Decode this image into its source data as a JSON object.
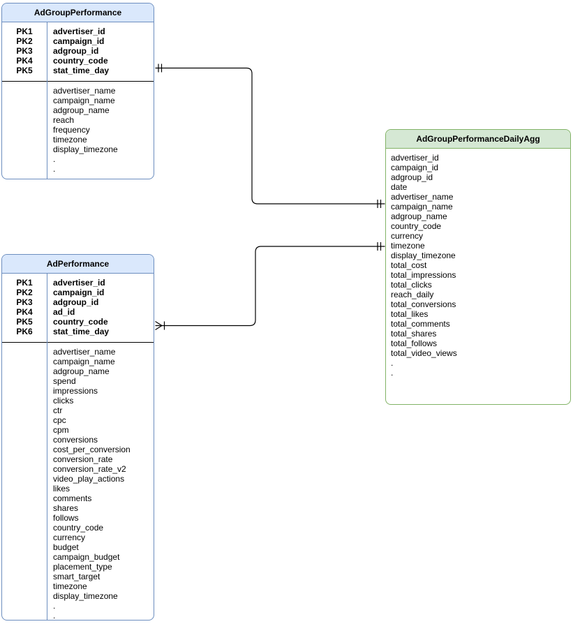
{
  "diagram": {
    "type": "entity-relationship",
    "connector_color": "#000000",
    "divider_color": "#000000"
  },
  "entities": [
    {
      "title": "AdGroupPerformance",
      "header_fill": "#dae8fc",
      "border_color": "#6c8ebf",
      "primary_keys": [
        {
          "key": "PK1",
          "field": "advertiser_id"
        },
        {
          "key": "PK2",
          "field": "campaign_id"
        },
        {
          "key": "PK3",
          "field": "adgroup_id"
        },
        {
          "key": "PK4",
          "field": "country_code"
        },
        {
          "key": "PK5",
          "field": "stat_time_day"
        }
      ],
      "fields": [
        "advertiser_name",
        "campaign_name",
        "adgroup_name",
        "reach",
        "frequency",
        "timezone",
        "display_timezone",
        ".",
        "."
      ]
    },
    {
      "title": "AdPerformance",
      "header_fill": "#dae8fc",
      "border_color": "#6c8ebf",
      "primary_keys": [
        {
          "key": "PK1",
          "field": "advertiser_id"
        },
        {
          "key": "PK2",
          "field": "campaign_id"
        },
        {
          "key": "PK3",
          "field": "adgroup_id"
        },
        {
          "key": "PK4",
          "field": "ad_id"
        },
        {
          "key": "PK5",
          "field": "country_code"
        },
        {
          "key": "PK6",
          "field": "stat_time_day"
        }
      ],
      "fields": [
        "advertiser_name",
        "campaign_name",
        "adgroup_name",
        "spend",
        "impressions",
        "clicks",
        "ctr",
        "cpc",
        "cpm",
        "conversions",
        "cost_per_conversion",
        "conversion_rate",
        "conversion_rate_v2",
        "video_play_actions",
        "likes",
        "comments",
        "shares",
        "follows",
        "country_code",
        "currency",
        "budget",
        "campaign_budget",
        "placement_type",
        "smart_target",
        "timezone",
        "display_timezone",
        ".",
        "."
      ]
    },
    {
      "title": "AdGroupPerformanceDailyAgg",
      "header_fill": "#d5e8d4",
      "border_color": "#82b366",
      "primary_keys": [],
      "fields": [
        "advertiser_id",
        "campaign_id",
        "adgroup_id",
        "date",
        "advertiser_name",
        "campaign_name",
        "adgroup_name",
        "country_code",
        "currency",
        "timezone",
        "display_timezone",
        "total_cost",
        "total_impressions",
        "total_clicks",
        "reach_daily",
        "total_conversions",
        "total_likes",
        "total_comments",
        "total_shares",
        "total_follows",
        "total_video_views",
        ".",
        "."
      ]
    }
  ],
  "relationships": [
    {
      "from": "AdGroupPerformance",
      "to": "AdGroupPerformanceDailyAgg",
      "from_cardinality": "one-and-only-one",
      "to_cardinality": "one-and-only-one"
    },
    {
      "from": "AdPerformance",
      "to": "AdGroupPerformanceDailyAgg",
      "from_cardinality": "many-one",
      "to_cardinality": "one-and-only-one"
    }
  ]
}
